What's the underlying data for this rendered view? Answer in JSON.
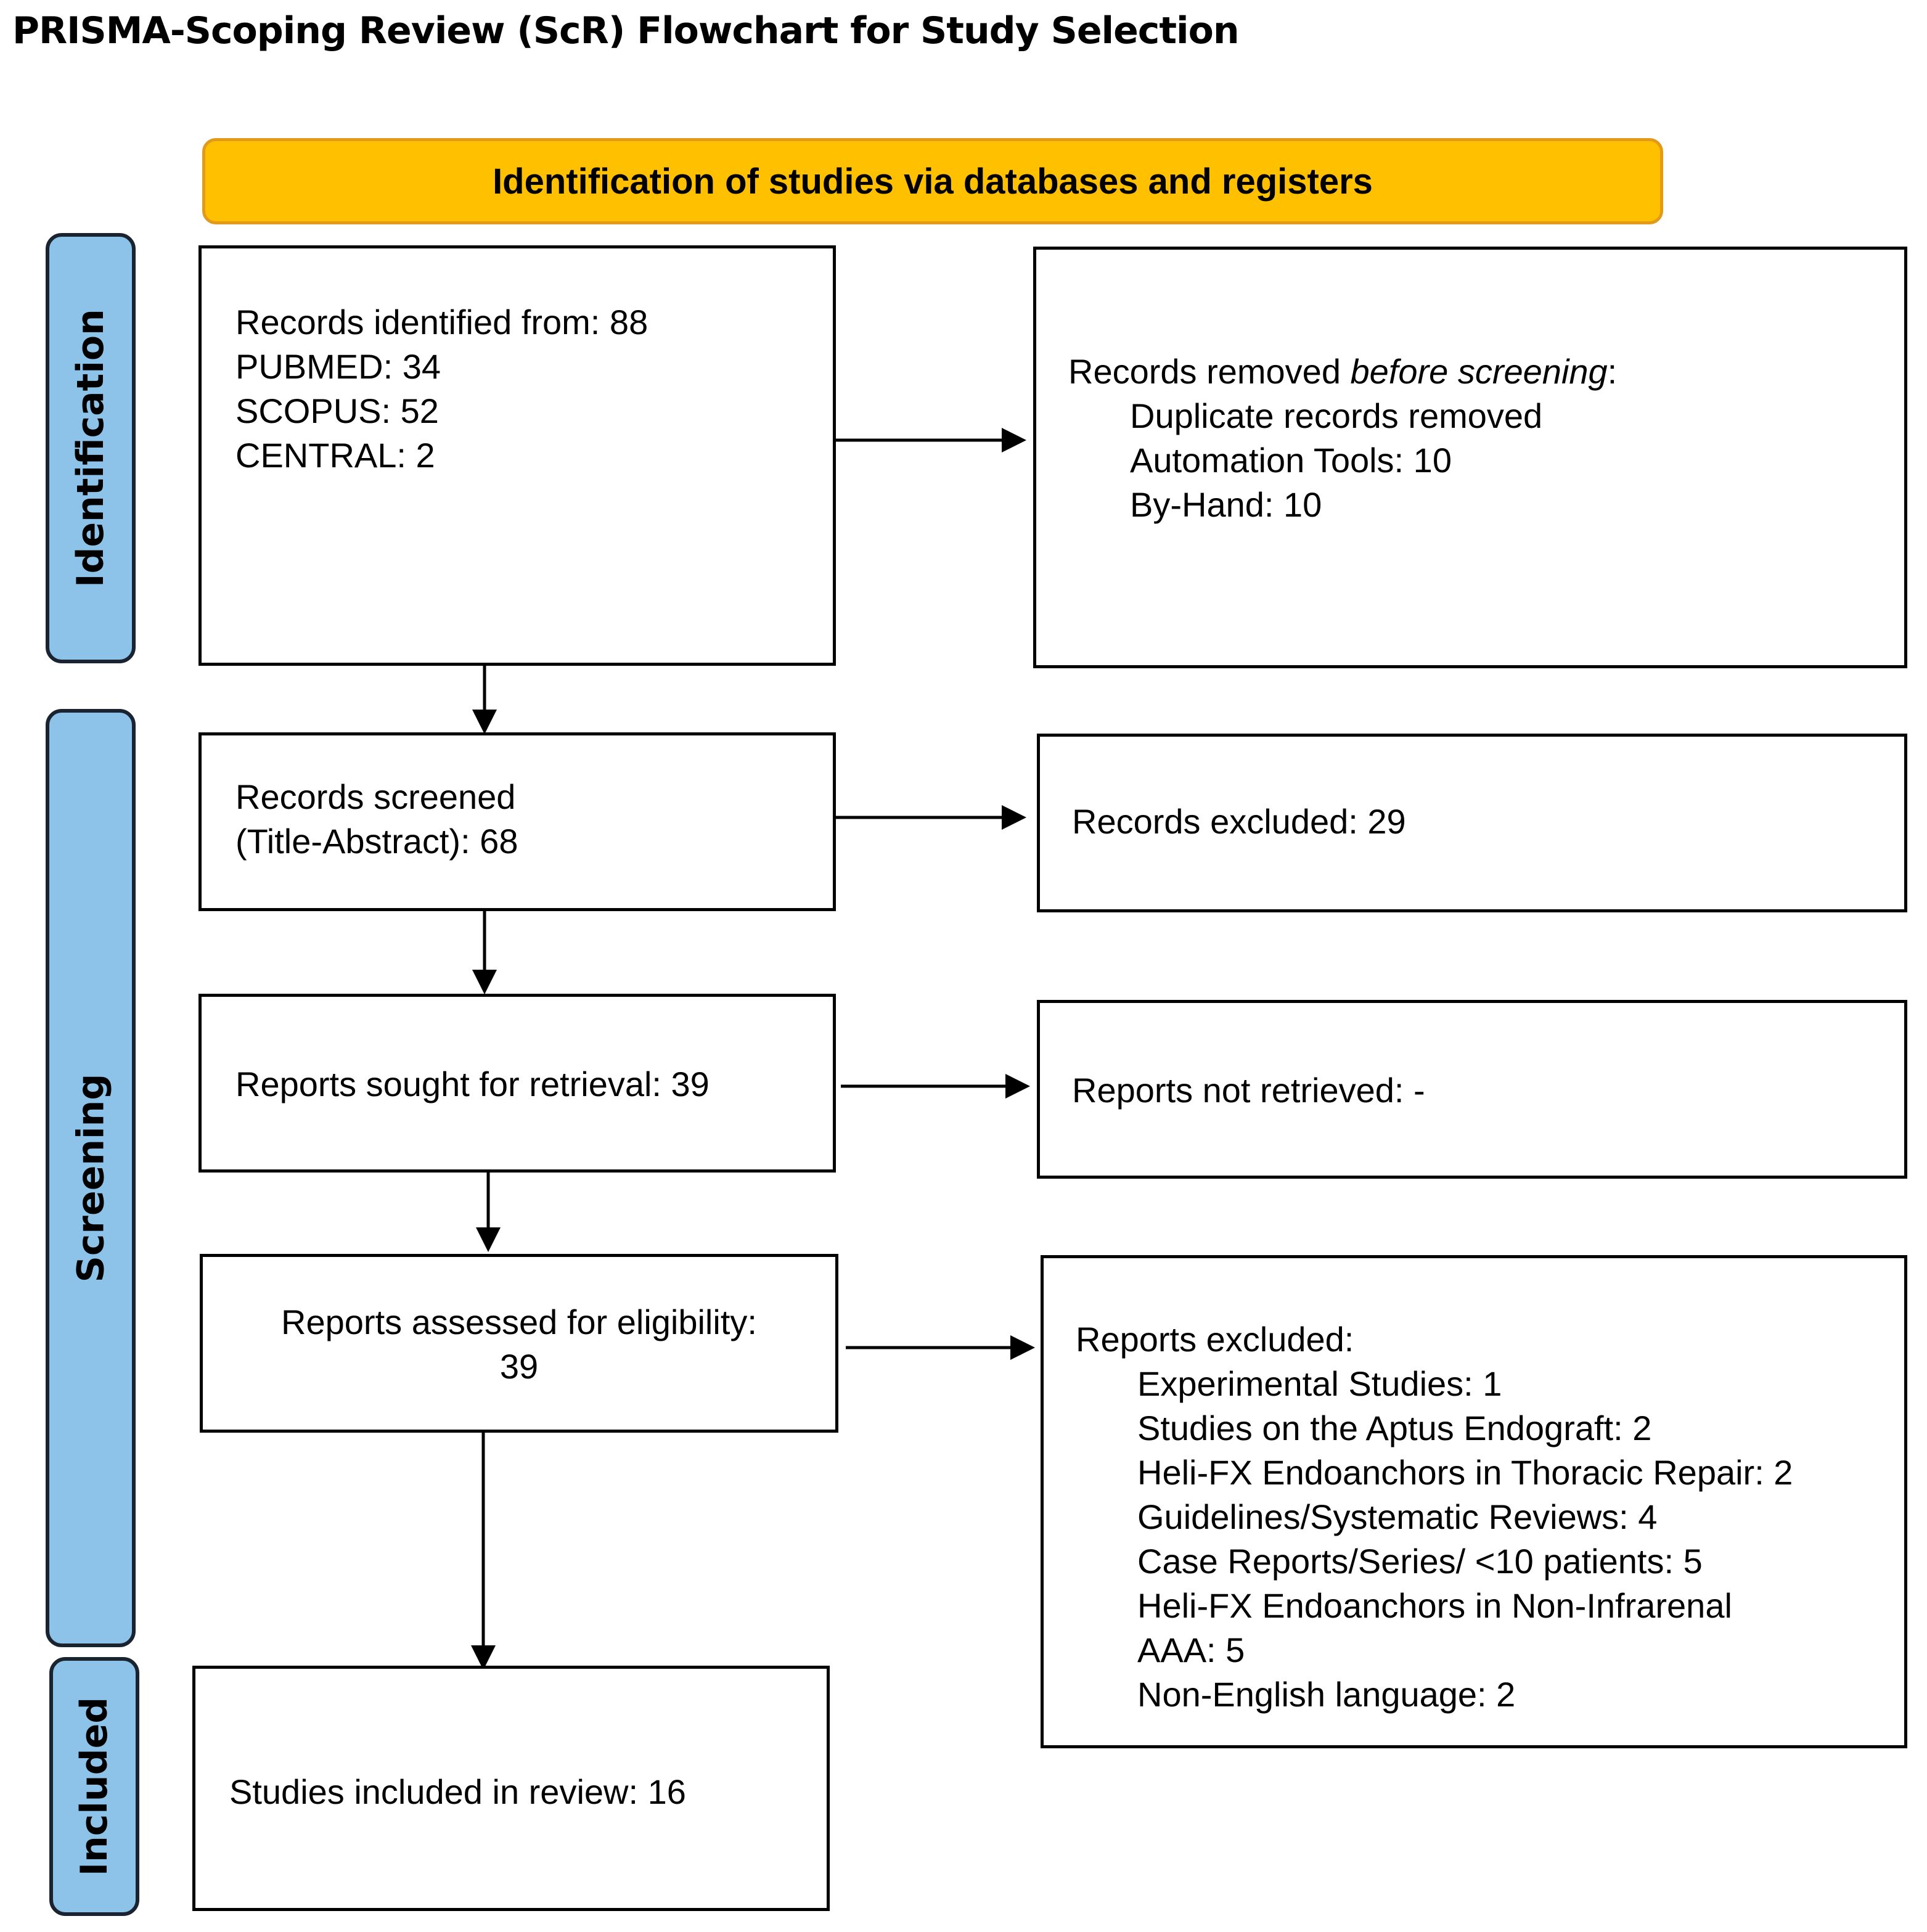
{
  "title": "PRISMA-Scoping Review (ScR) Flowchart for Study Selection",
  "banner": {
    "text": "Identification of studies via databases and registers",
    "fill_color": "#FFC000"
  },
  "phases": {
    "identification": "Identification",
    "screening": "Screening",
    "included": "Included",
    "fill_color": "#8DC3E8"
  },
  "boxes": {
    "records_identified": {
      "lines": [
        "Records identified from: 88",
        "PUBMED: 34",
        "SCOPUS: 52",
        "CENTRAL: 2"
      ]
    },
    "records_removed": {
      "heading_prefix": "Records removed ",
      "heading_italic": "before screening",
      "heading_suffix": ":",
      "items": [
        "Duplicate records removed",
        "Automation Tools: 10",
        "By-Hand: 10"
      ]
    },
    "records_screened": {
      "lines": [
        "Records screened",
        "(Title-Abstract): 68"
      ]
    },
    "records_excluded": {
      "text": "Records excluded: 29"
    },
    "reports_sought": {
      "text": "Reports sought for retrieval: 39"
    },
    "reports_not_retrieved": {
      "text": "Reports not retrieved: -"
    },
    "reports_assessed": {
      "lines": [
        "Reports assessed for eligibility:",
        "39"
      ]
    },
    "reports_excluded": {
      "heading": "Reports excluded:",
      "items": [
        "Experimental Studies: 1",
        "Studies on the Aptus Endograft: 2",
        "Heli-FX Endoanchors in Thoracic Repair: 2",
        "Guidelines/Systematic Reviews: 4",
        "Case Reports/Series/ <10 patients: 5",
        "Heli-FX Endoanchors in Non-Infrarenal",
        "AAA: 5",
        "Non-English language: 2"
      ]
    },
    "studies_included": {
      "text": "Studies included in review: 16"
    }
  }
}
